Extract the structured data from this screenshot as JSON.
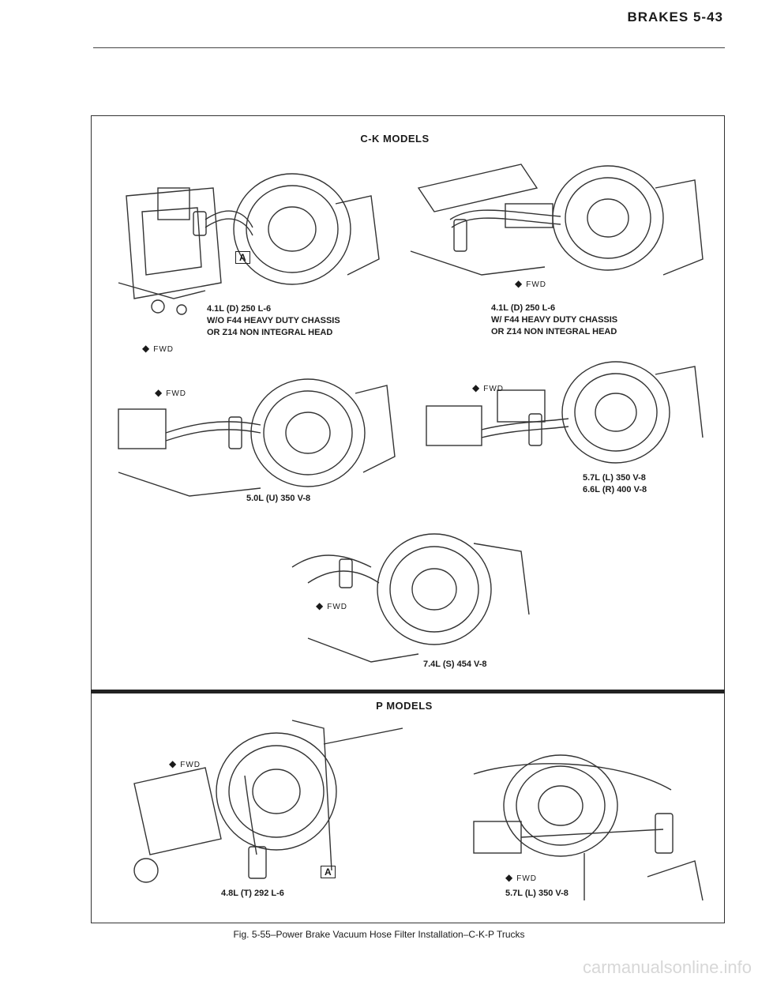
{
  "header": {
    "text": "BRAKES 5-43"
  },
  "sections": {
    "ck_title": "C-K MODELS",
    "p_title": "P MODELS"
  },
  "fwd_label": "FWD",
  "callout_label": "A",
  "captions": {
    "fig1": [
      "4.1L (D) 250 L-6",
      "W/O F44 HEAVY DUTY CHASSIS",
      "OR Z14 NON INTEGRAL HEAD"
    ],
    "fig2": [
      "4.1L (D) 250 L-6",
      "W/ F44 HEAVY DUTY CHASSIS",
      "OR Z14 NON INTEGRAL HEAD"
    ],
    "fig3": [
      "5.0L (U) 350 V-8"
    ],
    "fig4": [
      "5.7L (L) 350 V-8",
      "6.6L (R) 400 V-8"
    ],
    "fig5": [
      "7.4L (S) 454 V-8"
    ],
    "fig6": [
      "4.8L (T) 292 L-6"
    ],
    "fig7": [
      "5.7L (L) 350 V-8"
    ]
  },
  "figure_caption": "Fig. 5-55–Power Brake Vacuum Hose Filter Installation–C-K-P Trucks",
  "watermark": "carmanualsonline.info"
}
